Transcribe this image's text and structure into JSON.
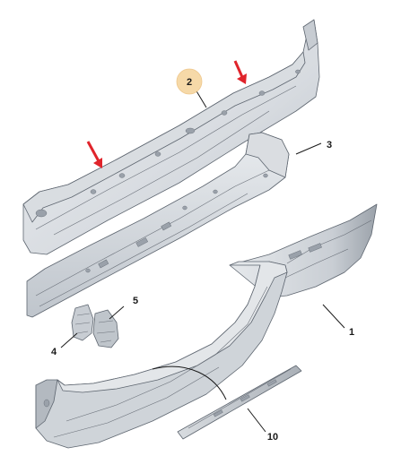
{
  "diagram": {
    "callouts": [
      {
        "id": "c1",
        "label": "1"
      },
      {
        "id": "c2",
        "label": "2"
      },
      {
        "id": "c3",
        "label": "3"
      },
      {
        "id": "c4",
        "label": "4"
      },
      {
        "id": "c5",
        "label": "5"
      },
      {
        "id": "c10",
        "label": "10"
      }
    ],
    "colors": {
      "panel_light": "#e4e7ea",
      "panel_mid": "#cfd3d8",
      "panel_dark": "#9ea5ad",
      "outline": "#5e6670",
      "arrow": "#e0242b",
      "highlight_circle": "#f6d9a8"
    }
  }
}
